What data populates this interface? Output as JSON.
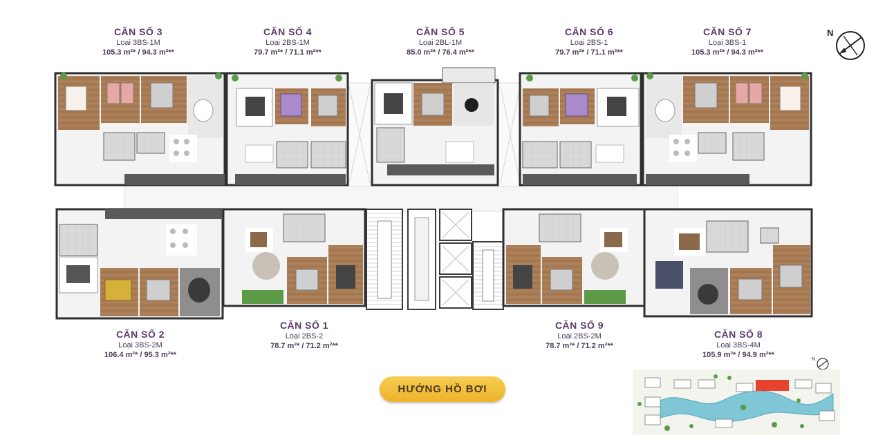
{
  "units": [
    {
      "id": "3",
      "name": "CĂN SỐ 3",
      "type": "Loại 3BS-1M",
      "area": "105.3 m²* / 94.3 m²**"
    },
    {
      "id": "4",
      "name": "CĂN SỐ 4",
      "type": "Loại 2BS-1M",
      "area": "79.7 m²* / 71.1 m²**"
    },
    {
      "id": "5",
      "name": "CĂN SỐ 5",
      "type": "Loại 2BL-1M",
      "area": "85.0 m²* / 76.4 m²**"
    },
    {
      "id": "6",
      "name": "CĂN SỐ 6",
      "type": "Loại 2BS-1",
      "area": "79.7 m²* / 71.1 m²**"
    },
    {
      "id": "7",
      "name": "CĂN SỐ 7",
      "type": "Loại 3BS-1",
      "area": "105.3 m²* / 94.3 m²**"
    },
    {
      "id": "2",
      "name": "CĂN SỐ 2",
      "type": "Loại 3BS-2M",
      "area": "106.4 m²* / 95.3 m²**"
    },
    {
      "id": "1",
      "name": "CĂN SỐ 1",
      "type": "Loại 2BS-2",
      "area": "78.7 m²* / 71.2 m²**"
    },
    {
      "id": "9",
      "name": "CĂN SỐ 9",
      "type": "Loại 2BS-2M",
      "area": "78.7 m²* / 71.2 m²**"
    },
    {
      "id": "8",
      "name": "CĂN SỐ 8",
      "type": "Loại 3BS-4M",
      "area": "105.9 m²* / 94.9 m²**"
    }
  ],
  "pool_button": "HƯỚNG HỒ BƠI",
  "compass_letter": "N",
  "colors": {
    "label": "#5b3a6b",
    "wood": "#a97c55",
    "wall": "#3a3a3a",
    "button": "#f2c040",
    "water": "#7fc6d6",
    "highlight": "#e8432f"
  },
  "icons": [
    "compass-icon",
    "site-minimap"
  ]
}
